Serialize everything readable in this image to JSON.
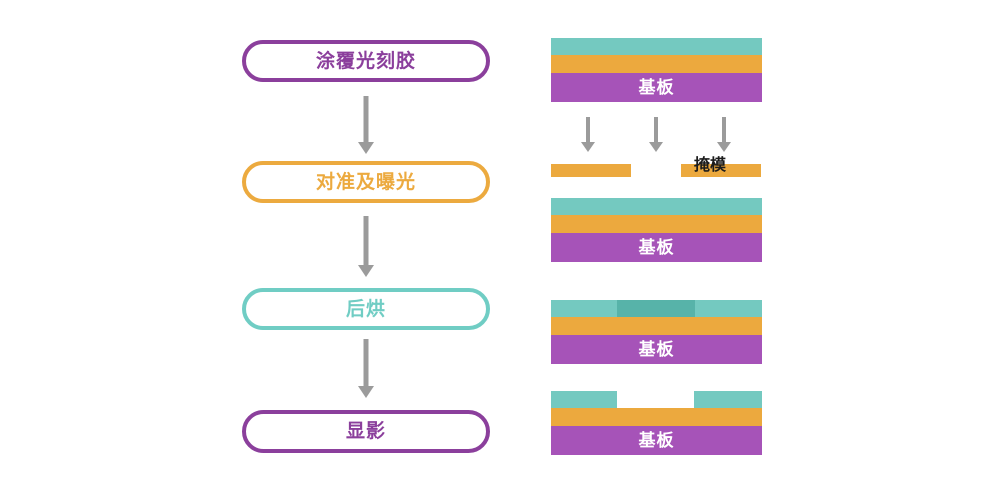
{
  "theme": {
    "colors": {
      "purple": "#8b3f9c",
      "orange": "#ecaa3f",
      "teal": "#70cdc4",
      "layer-teal": "#74c9c0",
      "layer-teal-exposed": "#57b3a9",
      "layer-orange": "#eca93e",
      "layer-purple": "#a653b8",
      "arrow-gray": "#9b9b9b",
      "label-dark": "#1c1c1c",
      "substrate-text": "#ffffff"
    }
  },
  "flowchart": {
    "steps": [
      {
        "label": "涂覆光刻胶",
        "color": "#8b3f9c"
      },
      {
        "label": "对准及曝光",
        "color": "#ecaa3f"
      },
      {
        "label": "后烘",
        "color": "#70cdc4"
      },
      {
        "label": "显影",
        "color": "#8b3f9c"
      }
    ]
  },
  "diagram": {
    "mask_label": "掩模",
    "stacks": [
      {
        "name": "after-coating",
        "substrate_label": "基板"
      },
      {
        "name": "after-exposure",
        "substrate_label": "基板"
      },
      {
        "name": "after-post-bake",
        "substrate_label": "基板"
      },
      {
        "name": "after-develop",
        "substrate_label": "基板"
      }
    ]
  }
}
